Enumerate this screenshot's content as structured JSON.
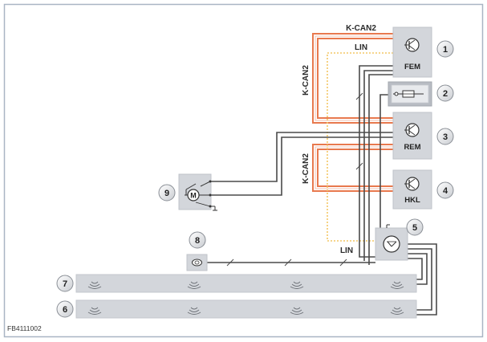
{
  "diagram": {
    "figure_code": "FB4111002",
    "bus_labels": {
      "kcan2_top": "K-CAN2",
      "kcan2_left_upper": "K-CAN2",
      "kcan2_left_lower": "K-CAN2",
      "lin_top": "LIN",
      "lin_bottom": "LIN"
    },
    "modules": {
      "fem": "FEM",
      "rem": "REM",
      "hkl": "HKL"
    },
    "motor_symbol": "M",
    "callouts": [
      "1",
      "2",
      "3",
      "4",
      "5",
      "6",
      "7",
      "8",
      "9"
    ],
    "colors": {
      "kcan2_wire": "#e8794e",
      "lin_wire": "#f3c766",
      "signal_wire": "#4a4a4a",
      "component_fill": "#d3d6db",
      "frame_border": "#a9b5c4"
    }
  }
}
